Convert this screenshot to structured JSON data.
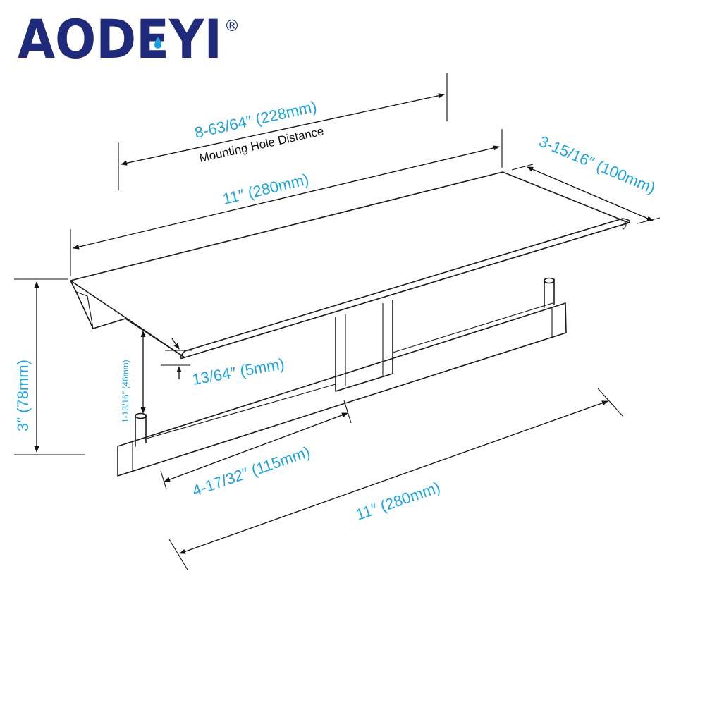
{
  "brand": {
    "name": "AODEYI",
    "registered": "®",
    "color": "#1f2a7a",
    "accent": "#1aa0e0"
  },
  "dimension_color": "#1ea4de",
  "dimensions": {
    "mounting_hole": {
      "value": "8-63/64″  (228mm)",
      "label": "Mounting Hole Distance"
    },
    "shelf_length": {
      "value": "11″  (280mm)"
    },
    "shelf_depth": {
      "value": "3-15/16″  (100mm)"
    },
    "total_height": {
      "value": "3″  (78mm)"
    },
    "bar_clearance": {
      "value": "1-13/16″  (46mm)"
    },
    "shelf_thickness": {
      "value": "13/64″  (5mm)"
    },
    "bar_half": {
      "value": "4-17/32″  (115mm)"
    },
    "bar_length": {
      "value": "11″  (280mm)"
    }
  }
}
